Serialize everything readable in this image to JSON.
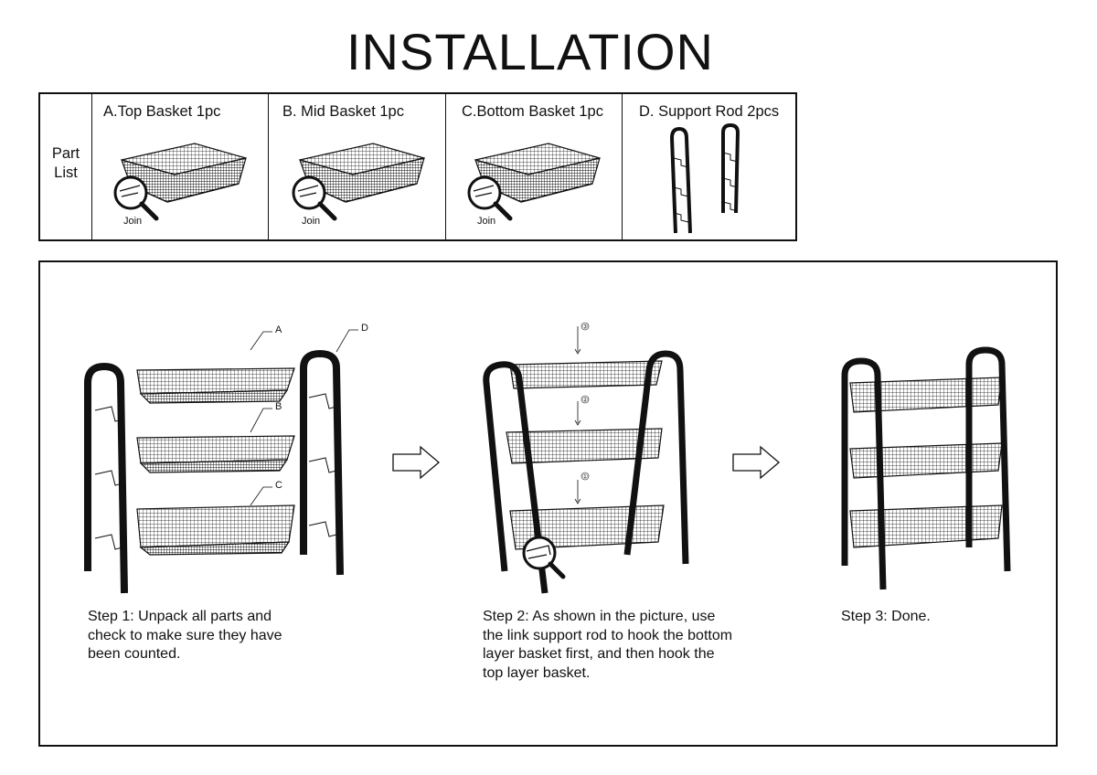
{
  "title": "INSTALLATION",
  "part_list": {
    "side_label": "Part\nList",
    "parts": [
      {
        "label": "A.Top Basket 1pc",
        "note": "Join"
      },
      {
        "label": "B. Mid Basket 1pc",
        "note": "Join"
      },
      {
        "label": "C.Bottom Basket 1pc",
        "note": "Join"
      },
      {
        "label": "D. Support Rod 2pcs"
      }
    ]
  },
  "step1": {
    "callouts": [
      "A",
      "B",
      "C",
      "D"
    ],
    "text": "Step 1: Unpack all parts and\ncheck to make sure they have\nbeen counted."
  },
  "step2": {
    "callouts": [
      "③",
      "②",
      "①"
    ],
    "text": "Step 2: As shown in the picture, use\nthe link support rod to hook the bottom\nlayer basket first, and then hook the\ntop layer basket."
  },
  "step3": {
    "text": "Step 3: Done."
  },
  "colors": {
    "ink": "#111111",
    "paper": "#ffffff"
  }
}
